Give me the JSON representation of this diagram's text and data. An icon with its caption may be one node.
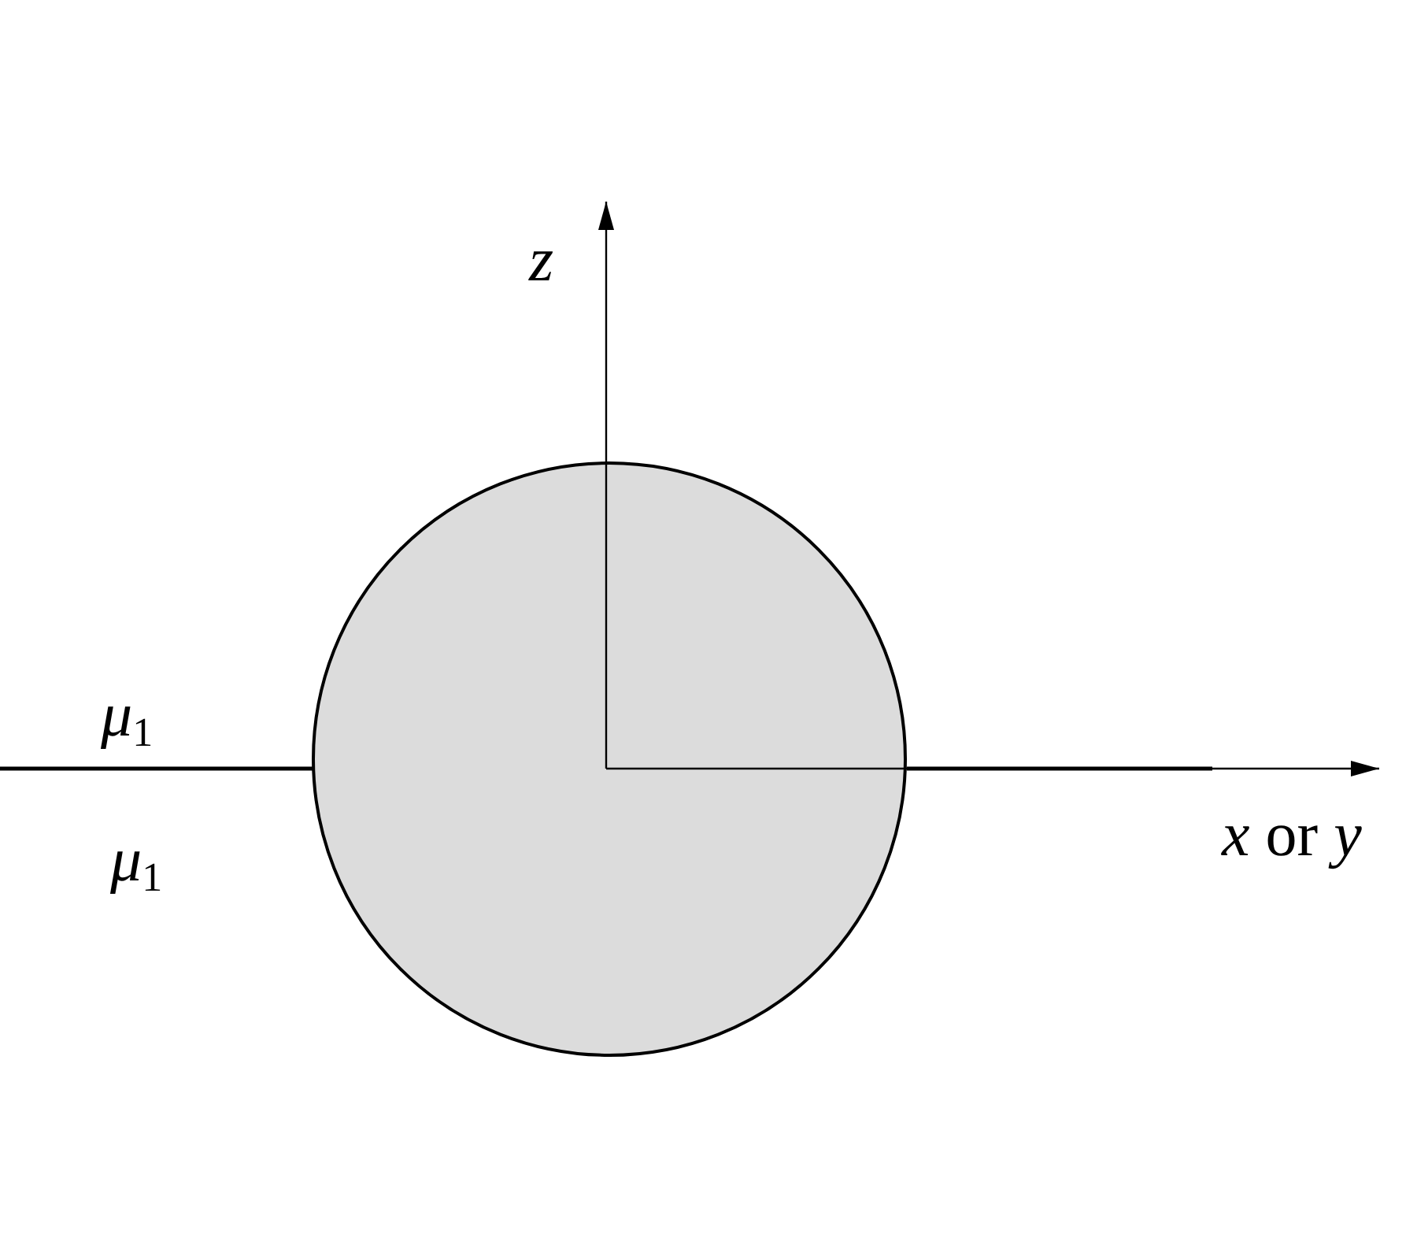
{
  "diagram": {
    "labels": [
      "z",
      "*μ*$_{1}$",
      "*μ*$_{1}$",
      "*x* or *y*"
    ]
  }
}
